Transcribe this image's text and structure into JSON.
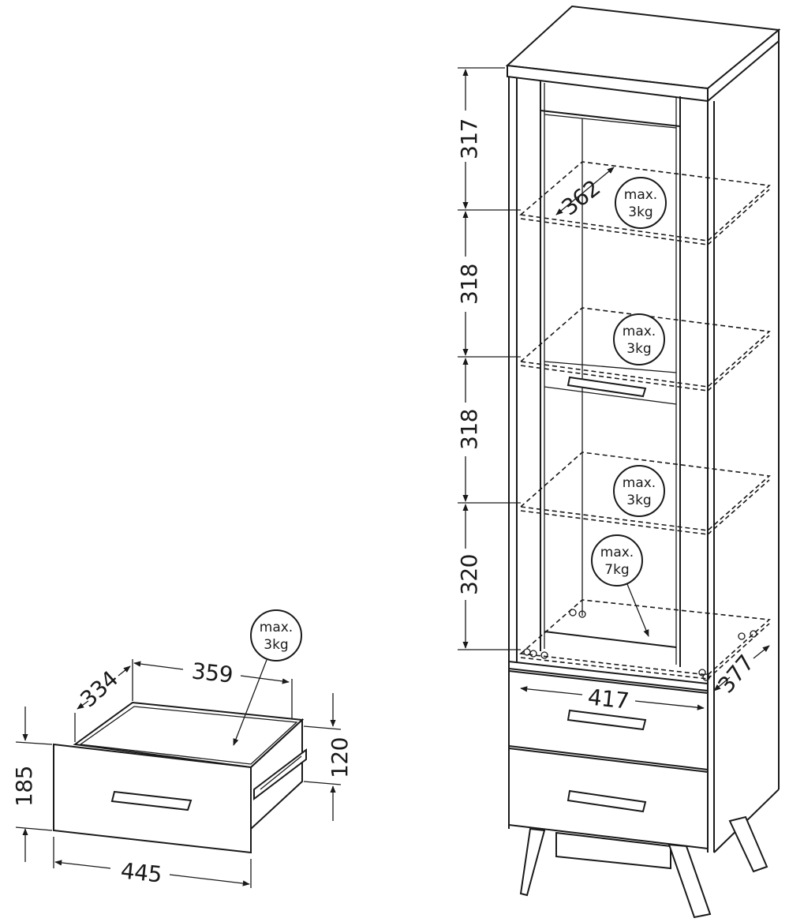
{
  "dimensions": {
    "shelf_gap_top": "317",
    "shelf_gap_2": "318",
    "shelf_gap_3": "318",
    "shelf_gap_bottom": "320",
    "shelf_depth": "362",
    "cabinet_width": "417",
    "cabinet_depth": "377",
    "drawer_inner_depth": "334",
    "drawer_inner_width": "359",
    "drawer_front_height": "185",
    "drawer_side_height": "120",
    "drawer_front_width": "445"
  },
  "load_badges": {
    "shelf_1": {
      "line1": "max.",
      "line2": "3kg"
    },
    "shelf_2": {
      "line1": "max.",
      "line2": "3kg"
    },
    "shelf_3": {
      "line1": "max.",
      "line2": "3kg"
    },
    "bottom_shelf": {
      "line1": "max.",
      "line2": "7kg"
    },
    "drawer": {
      "line1": "max.",
      "line2": "3kg"
    }
  }
}
